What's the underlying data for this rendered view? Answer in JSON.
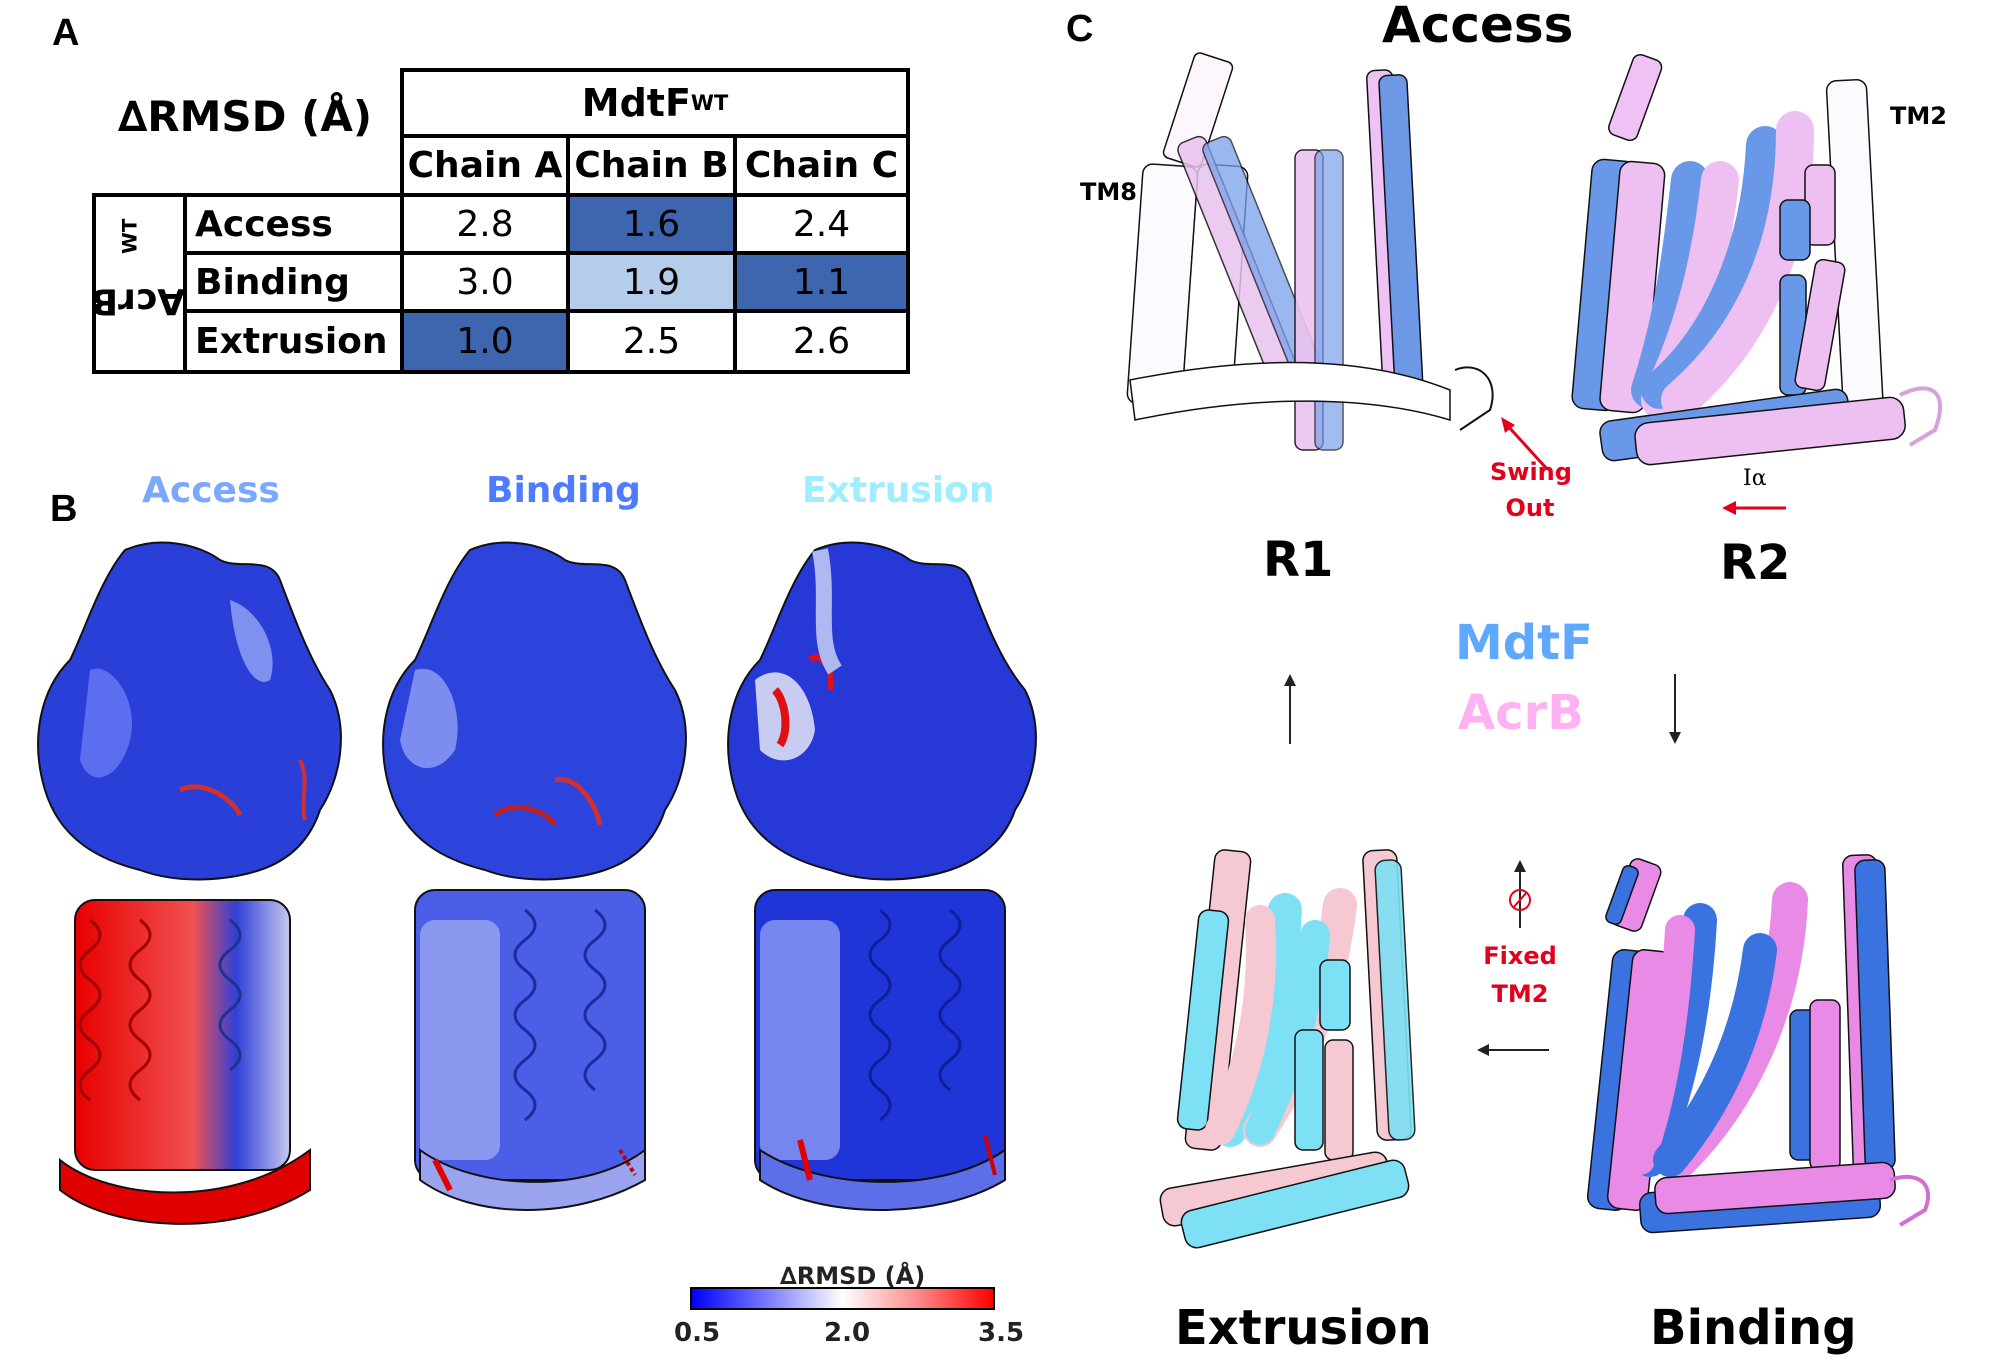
{
  "panels": {
    "A": {
      "letter": "A",
      "corner_title": "∆RMSD (Å)",
      "column_group": {
        "name": "MdtF",
        "superscript": "WT"
      },
      "columns": [
        "Chain A",
        "Chain B",
        "Chain C"
      ],
      "row_group": {
        "name": "AcrB",
        "superscript": "WT"
      },
      "rows": [
        {
          "label": "Access",
          "values": [
            "2.8",
            "1.6",
            "2.4"
          ],
          "highlight": [
            "none",
            "dark",
            "none"
          ]
        },
        {
          "label": "Binding",
          "values": [
            "3.0",
            "1.9",
            "1.1"
          ],
          "highlight": [
            "none",
            "light",
            "dark"
          ]
        },
        {
          "label": "Extrusion",
          "values": [
            "1.0",
            "2.5",
            "2.6"
          ],
          "highlight": [
            "dark",
            "none",
            "none"
          ]
        }
      ],
      "highlight_colors": {
        "dark": "#3e66ae",
        "light": "#b4cdeb"
      }
    },
    "B": {
      "letter": "B",
      "structures": [
        {
          "label": "Access",
          "color": "#7aa7ff"
        },
        {
          "label": "Binding",
          "color": "#4f7bff"
        },
        {
          "label": "Extrusion",
          "color": "#9eeeff"
        }
      ],
      "colorbar": {
        "title": "∆RMSD (Å)",
        "min_label": "0.5",
        "mid_label": "2.0",
        "max_label": "3.5",
        "colors": [
          "#0000ff",
          "#ffffff",
          "#ff0000"
        ]
      }
    },
    "C": {
      "letter": "C",
      "top_title": "Access",
      "tm8_label": "TM8",
      "tm2_label": "TM2",
      "r1_label": "R1",
      "r2_label": "R2",
      "swing_out_line1": "Swing",
      "swing_out_line2": "Out",
      "ialpha_label": "Iα",
      "legend": {
        "mdtf": "MdtF",
        "acrb": "AcrB",
        "mdtf_color": "#5fa8ff",
        "acrb_color": "#ffb2f2"
      },
      "fixed_tm2_line1": "Fixed",
      "fixed_tm2_line2": "TM2",
      "bottom_left_label": "Extrusion",
      "bottom_right_label": "Binding",
      "annotation_color": "#e3001b"
    }
  }
}
